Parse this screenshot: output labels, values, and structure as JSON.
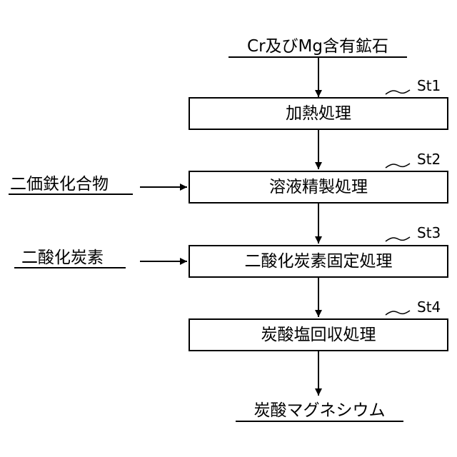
{
  "source": "Cr及びMg含有鉱石",
  "product": "炭酸マグネシウム",
  "steps": [
    {
      "id": "St1",
      "label": "加熱処理"
    },
    {
      "id": "St2",
      "label": "溶液精製処理"
    },
    {
      "id": "St3",
      "label": "二酸化炭素固定処理"
    },
    {
      "id": "St4",
      "label": "炭酸塩回収処理"
    }
  ],
  "inputs": [
    {
      "label": "二価鉄化合物",
      "target_step": "St2"
    },
    {
      "label": "二酸化炭素",
      "target_step": "St3"
    }
  ]
}
